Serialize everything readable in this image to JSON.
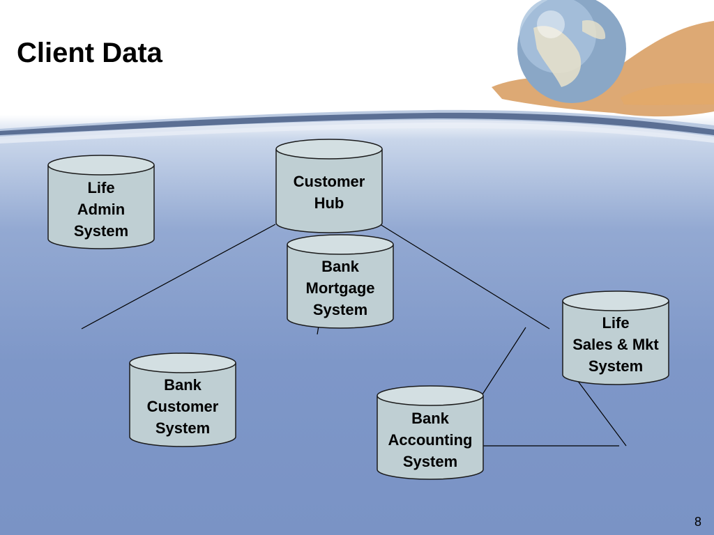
{
  "slide": {
    "title": "Client Data",
    "page_number": "8"
  },
  "diagram": {
    "nodes": [
      {
        "id": "customer-hub",
        "lines": [
          "Customer",
          "Hub"
        ]
      },
      {
        "id": "life-admin",
        "lines": [
          "Life",
          "Admin",
          "System"
        ]
      },
      {
        "id": "bank-mortgage",
        "lines": [
          "Bank",
          "Mortgage",
          "System"
        ]
      },
      {
        "id": "life-sales",
        "lines": [
          "Life",
          "Sales & Mkt",
          "System"
        ]
      },
      {
        "id": "bank-customer",
        "lines": [
          "Bank",
          "Customer",
          "System"
        ]
      },
      {
        "id": "bank-accounting",
        "lines": [
          "Bank",
          "Accounting",
          "System"
        ]
      }
    ]
  },
  "colors": {
    "cylinder_fill": "#bfcfd3",
    "cylinder_top": "#d3dfe2",
    "cylinder_stroke": "#1a1a1a",
    "connector": "#000000"
  }
}
